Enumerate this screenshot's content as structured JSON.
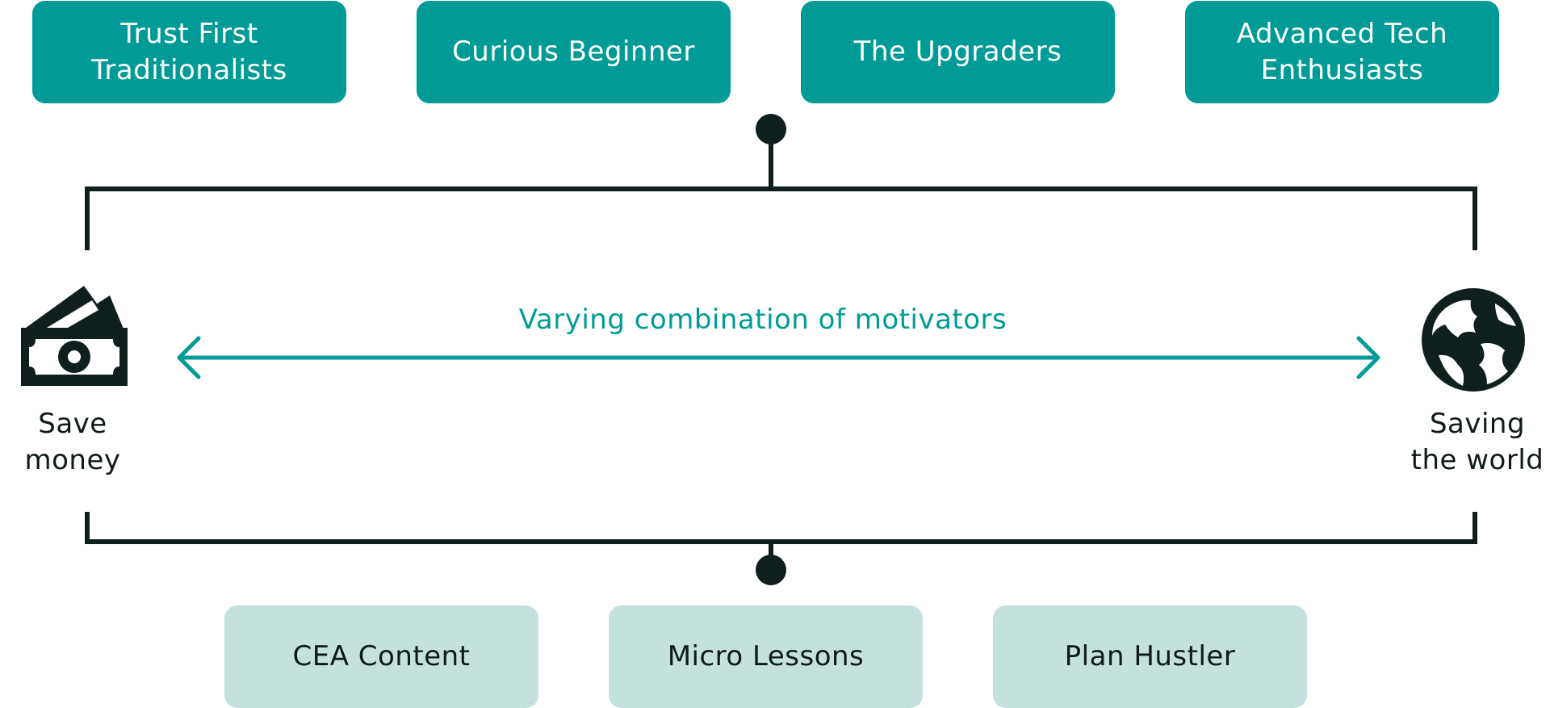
{
  "colors": {
    "accent": "#009b96",
    "box_dark": "#009b96",
    "box_light": "#c5e1de",
    "line": "#0f1f1d",
    "text_dark": "#0f1a19"
  },
  "segments": [
    {
      "label": "Trust First Traditionalists"
    },
    {
      "label": "Curious Beginner"
    },
    {
      "label": "The Upgraders"
    },
    {
      "label": "Advanced Tech Enthusiasts"
    }
  ],
  "motivators": {
    "label": "Varying combination of motivators",
    "left": {
      "label": "Save money",
      "icon": "money-icon"
    },
    "right": {
      "label": "Saving the world",
      "icon": "globe-icon"
    }
  },
  "offerings": [
    {
      "label": "CEA Content"
    },
    {
      "label": "Micro Lessons"
    },
    {
      "label": "Plan Hustler"
    }
  ]
}
